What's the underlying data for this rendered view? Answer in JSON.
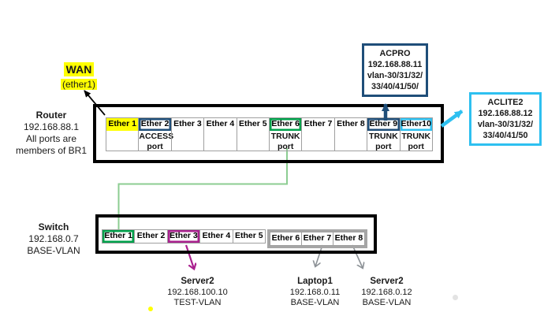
{
  "colors": {
    "yellow": "#FFFF00",
    "navy": "#1F4E79",
    "green": "#00A14B",
    "light_green": "#8CCD92",
    "magenta": "#A9218E",
    "cyan": "#2EC0F0",
    "gray": "#8C9196",
    "group_gray": "#A6A6A6",
    "black": "#000000",
    "dot_gray": "#E3E3E3"
  },
  "wan": {
    "title": "WAN",
    "subtitle": "(ether1)"
  },
  "router": {
    "name": "Router",
    "ip": "192.168.88.1",
    "note1": "All ports are",
    "note2": "members of BR1",
    "ports": [
      {
        "label": "Ether 1",
        "style": "yellow"
      },
      {
        "label": "Ether 2",
        "style": "navy",
        "sub": "ACCESS port"
      },
      {
        "label": "Ether 3"
      },
      {
        "label": "Ether 4"
      },
      {
        "label": "Ether 5"
      },
      {
        "label": "Ether 6",
        "style": "green",
        "sub": "TRUNK port"
      },
      {
        "label": "Ether 7"
      },
      {
        "label": "Ether 8"
      },
      {
        "label": "Ether 9",
        "style": "navy",
        "sub": "TRUNK port"
      },
      {
        "label": "Ether10",
        "style": "cyan",
        "sub": "TRUNK port"
      }
    ]
  },
  "acpro": {
    "name": "ACPRO",
    "ip": "192.168.88.11",
    "vlans1": "vlan-30/31/32/",
    "vlans2": "33/40/41/50/"
  },
  "aclite2": {
    "name": "ACLITE2",
    "ip": "192.168.88.12",
    "vlans1": "vlan-30/31/32/",
    "vlans2": "33/40/41/50"
  },
  "switch": {
    "name": "Switch",
    "ip": "192.168.0.7",
    "vlan": "BASE-VLAN",
    "ports": [
      {
        "label": "Ether 1",
        "style": "green"
      },
      {
        "label": "Ether 2"
      },
      {
        "label": "Ether 3",
        "style": "magenta"
      },
      {
        "label": "Ether 4"
      },
      {
        "label": "Ether 5"
      },
      {
        "label": "Ether 6",
        "group": true
      },
      {
        "label": "Ether 7",
        "group": true
      },
      {
        "label": "Ether 8",
        "group": true
      }
    ]
  },
  "devices": [
    {
      "name": "Server2",
      "ip": "192.168.100.10",
      "vlan": "TEST-VLAN"
    },
    {
      "name": "Laptop1",
      "ip": "192.168.0.11",
      "vlan": "BASE-VLAN"
    },
    {
      "name": "Server2",
      "ip": "192.168.0.12",
      "vlan": "BASE-VLAN"
    }
  ]
}
